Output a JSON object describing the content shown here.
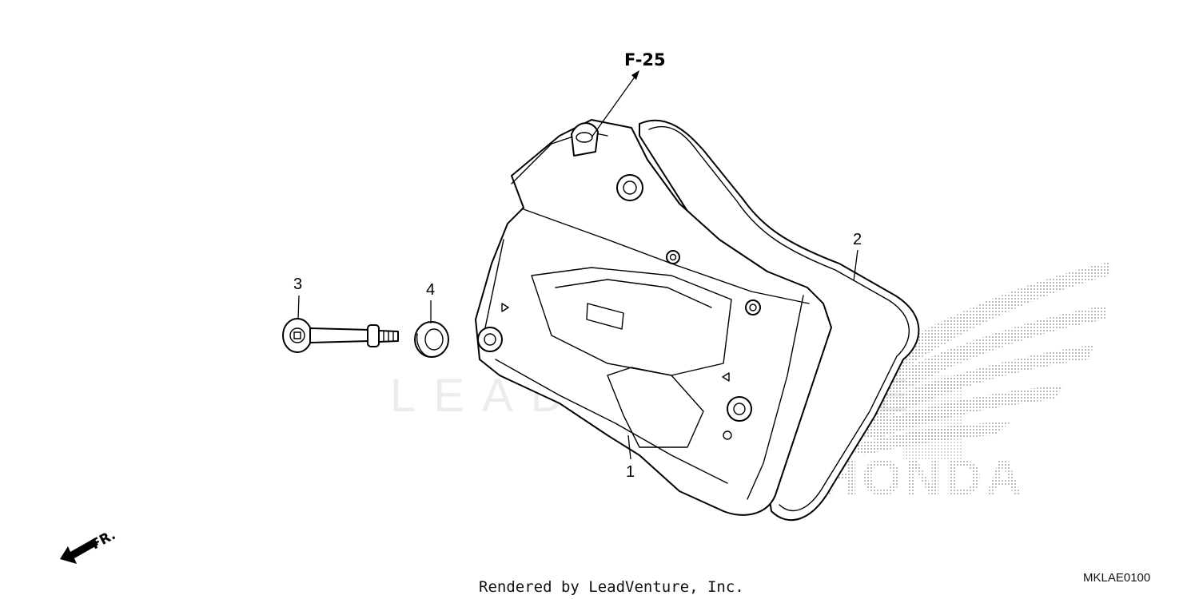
{
  "watermark": {
    "text": "LEADVENTURE"
  },
  "brand_logo": {
    "text": "HONDA"
  },
  "reference": {
    "label": "F-25"
  },
  "direction": {
    "label": "FR."
  },
  "callouts": [
    {
      "number": "1"
    },
    {
      "number": "2"
    },
    {
      "number": "3"
    },
    {
      "number": "4"
    }
  ],
  "footer": {
    "rendered_by": "Rendered by LeadVenture, Inc.",
    "diagram_code": "MKLAE0100"
  },
  "colors": {
    "line": "#000000",
    "background": "#ffffff",
    "watermark": "#ececec",
    "logo_dots": "#8a8a8a"
  }
}
